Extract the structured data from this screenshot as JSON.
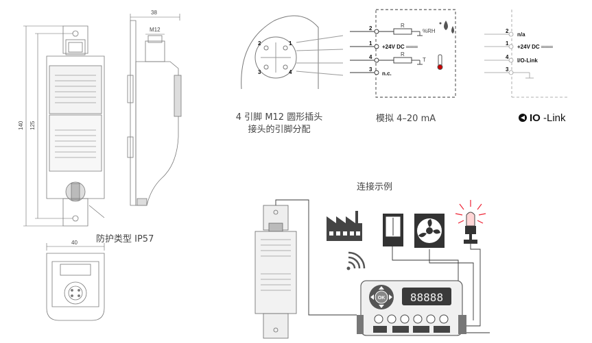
{
  "dimensions": {
    "width_top": "38",
    "connector": "M12",
    "height_total": "140",
    "height_inner": "125",
    "width_bottom": "40"
  },
  "protection_label": "防护类型 IP57",
  "connector_section": {
    "caption_line1": "4 引脚 M12 圆形插头",
    "caption_line2": "接头的引脚分配",
    "pins": [
      "2",
      "1",
      "3",
      "4"
    ]
  },
  "analog_section": {
    "caption": "模拟 4–20 mA",
    "pin_rows": [
      {
        "pin": "2",
        "label": ""
      },
      {
        "pin": "1",
        "label": "+24V DC ═══"
      },
      {
        "pin": "4",
        "label": ""
      },
      {
        "pin": "3",
        "label": "n.c."
      }
    ],
    "resistor_label": "R",
    "humidity_label": "%RH",
    "temperature_label": "T"
  },
  "iolink_section": {
    "pin_rows": [
      {
        "pin": "2",
        "label": "n/a"
      },
      {
        "pin": "1",
        "label": "+24V DC ═══"
      },
      {
        "pin": "4",
        "label": "I/O-Link"
      },
      {
        "pin": "3",
        "label": ""
      }
    ],
    "logo_bold": "IO",
    "logo_rest": "-Link"
  },
  "example_section": {
    "title": "连接示例",
    "controller_display": "88888",
    "ok_label": "OK"
  }
}
